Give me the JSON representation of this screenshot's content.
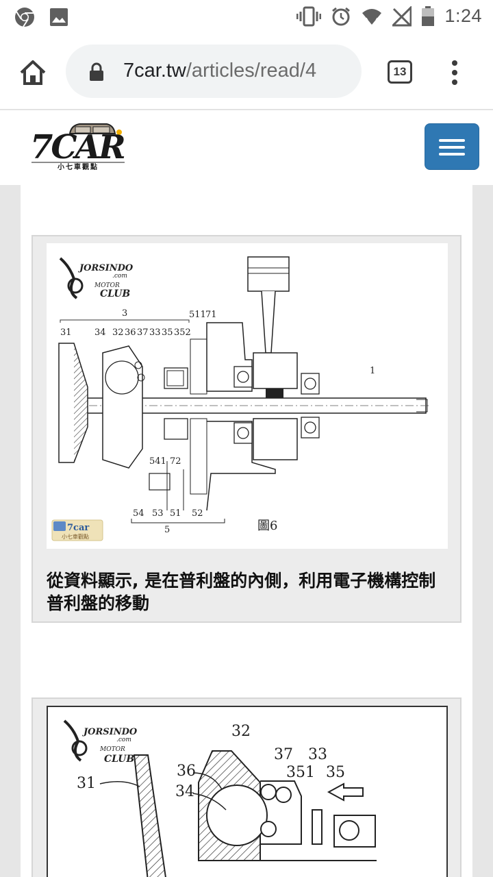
{
  "status_bar": {
    "time": "1:24",
    "icons": [
      "chrome-icon",
      "image-icon",
      "vibrate-icon",
      "alarm-icon",
      "wifi-icon",
      "no-signal-icon",
      "battery-icon"
    ]
  },
  "browser": {
    "url_host": "7car.tw",
    "url_path": "/articles/read/4",
    "tab_count": "13"
  },
  "site": {
    "logo_text": "7CAR",
    "logo_subtitle": "小七車觀點"
  },
  "figures": [
    {
      "watermark_top": "JORSINDO",
      "watermark_domain": ".com",
      "watermark_motor": "MOTOR",
      "watermark_club": "CLUB",
      "watermark_bottom": "7car",
      "watermark_bottom_sub": "小七車觀點",
      "figure_label": "圖6",
      "labels": {
        "n3": "3",
        "n31": "31",
        "n34": "34",
        "n32": "32",
        "n36": "36",
        "n37": "37",
        "n33": "33",
        "n35": "35",
        "n352": "352",
        "n511": "511",
        "n71": "71",
        "n1": "1",
        "n541": "541",
        "n72": "72",
        "n54": "54",
        "n53": "53",
        "n51": "51",
        "n52": "52",
        "n5": "5"
      },
      "caption": "從資料顯示, 是在普利盤的內側，利用電子機構控制普利盤的移動"
    },
    {
      "watermark_top": "JORSINDO",
      "watermark_domain": ".com",
      "watermark_motor": "MOTOR",
      "watermark_club": "CLUB",
      "labels": {
        "n32": "32",
        "n37": "37",
        "n33": "33",
        "n36": "36",
        "n351": "351",
        "n35": "35",
        "n34": "34",
        "n31": "31"
      }
    }
  ],
  "colors": {
    "menu_button": "#2f78b3",
    "logo_red": "#d0021b",
    "url_pill": "#f1f3f4"
  }
}
